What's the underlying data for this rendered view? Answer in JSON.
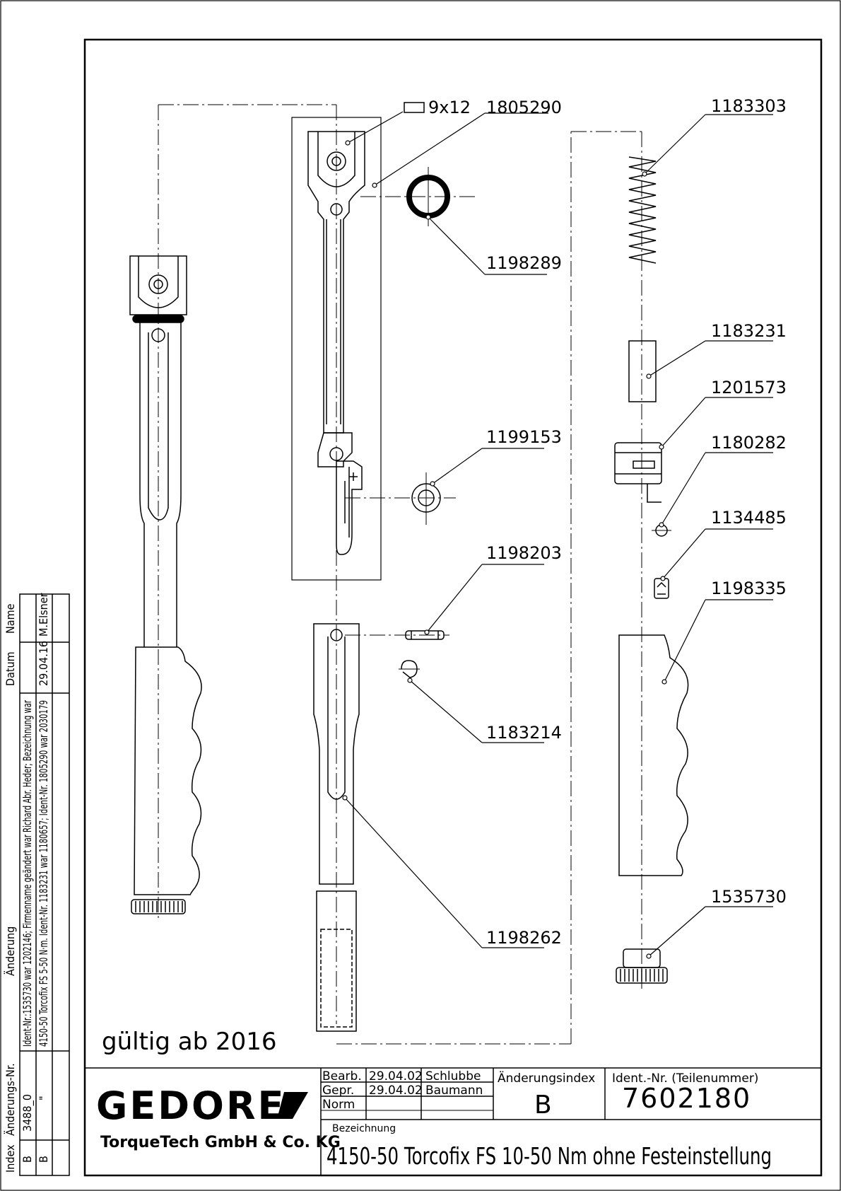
{
  "valid_note": "gültig ab 2016",
  "stock_label": "9x12",
  "part_numbers": {
    "p1805290": "1805290",
    "p1183303": "1183303",
    "p1198289": "1198289",
    "p1183231": "1183231",
    "p1201573": "1201573",
    "p1199153": "1199153",
    "p1180282": "1180282",
    "p1134485": "1134485",
    "p1198203": "1198203",
    "p1198335": "1198335",
    "p1183214": "1183214",
    "p1198262": "1198262",
    "p1535730": "1535730"
  },
  "title_block": {
    "company_logo": "GEDORE",
    "company_name": "TorqueTech GmbH & Co. KG",
    "bearb_label": "Bearb.",
    "bearb_date": "29.04.02",
    "bearb_name": "Schlubbe",
    "gepr_label": "Gepr.",
    "gepr_date": "29.04.02",
    "gepr_name": "Baumann",
    "norm_label": "Norm",
    "change_index_label": "Änderungsindex",
    "change_index_value": "B",
    "ident_label": "Ident.-Nr.  (Teilenummer)",
    "ident_value": "7602180",
    "designation_label": "Bezeichnung",
    "designation_value": "4150-50 Torcofix FS 10-50 Nm ohne Festeinstellung"
  },
  "revision_table": {
    "headers": {
      "index": "Index",
      "change_no": "Änderungs-Nr.",
      "change": "Änderung",
      "date": "Datum",
      "name": "Name"
    },
    "rows": [
      {
        "index": "B",
        "change_no": "3488_0",
        "change": "Ident-Nr.:1535730 war 1202146; Firmenname geändert war Richard Abr. Heder; Bezeichnung war",
        "date": "",
        "name": ""
      },
      {
        "index": "B",
        "change_no": "\"",
        "change": "4150-50 Torcofix FS 5-50 N·m. Ident-Nr. 1183231 war 1180657; Ident-Nr. 1805290 war 2030179",
        "date": "29.04.16",
        "name": "M.Elsner"
      }
    ]
  }
}
